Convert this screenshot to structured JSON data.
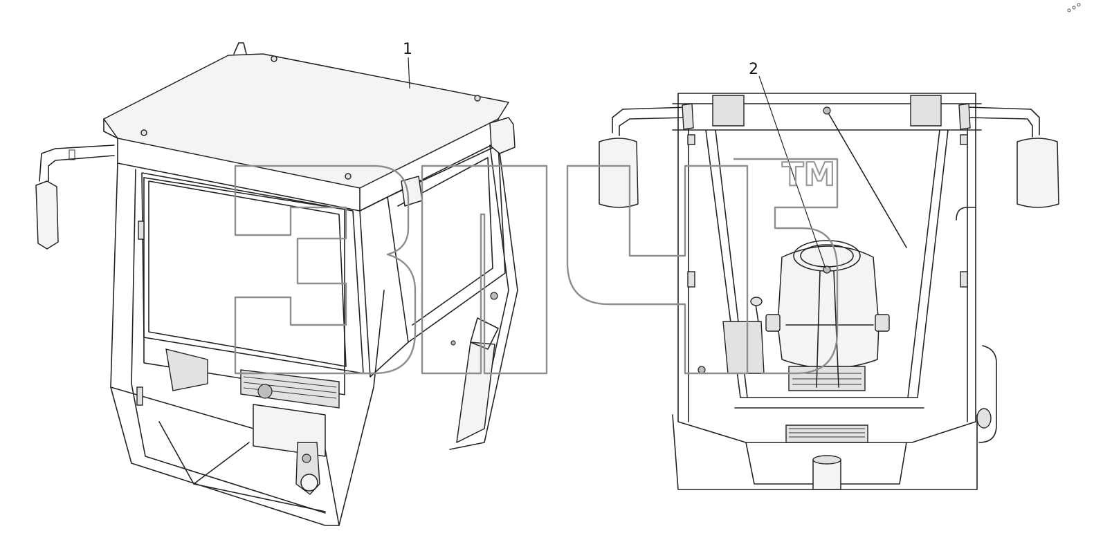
{
  "figure": {
    "callouts": [
      {
        "id": "1",
        "label": "1"
      },
      {
        "id": "2",
        "label": "2"
      }
    ],
    "watermark": {
      "text": "зпчб",
      "trademark": "TM"
    }
  }
}
